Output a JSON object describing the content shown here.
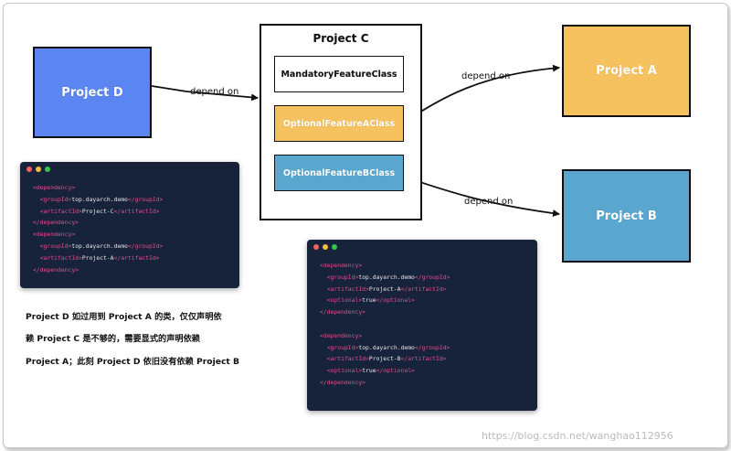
{
  "nodes": {
    "project_d": "Project D",
    "project_c": "Project C",
    "project_a": "Project A",
    "project_b": "Project B",
    "mandatory": "MandatoryFeatureClass",
    "optional_a": "OptionalFeatureAClass",
    "optional_b": "OptionalFeatureBClass"
  },
  "edges": {
    "d_to_c": "depend on",
    "c_to_a": "depend on",
    "c_to_b": "depend on"
  },
  "colors": {
    "project_d": "#5b85f0",
    "project_a": "#f6c25f",
    "project_b": "#59a7cf",
    "code_bg": "#17223b",
    "code_tag": "#e0508c"
  },
  "code1": {
    "lines": [
      {
        "indent": "",
        "open": "<dependency>",
        "text": "",
        "close": ""
      },
      {
        "indent": "  ",
        "open": "<groupId>",
        "text": "top.dayarch.demo",
        "close": "</groupId>"
      },
      {
        "indent": "  ",
        "open": "<artifactId>",
        "text": "Project-C",
        "close": "</artifactId>"
      },
      {
        "indent": "",
        "open": "</dependency>",
        "text": "",
        "close": ""
      },
      {
        "indent": "",
        "open": "<dependency>",
        "text": "",
        "close": ""
      },
      {
        "indent": "  ",
        "open": "<groupId>",
        "text": "top.dayarch.demo",
        "close": "</groupId>"
      },
      {
        "indent": "  ",
        "open": "<artifactId>",
        "text": "Project-A",
        "close": "</artifactId>"
      },
      {
        "indent": "",
        "open": "</dependency>",
        "text": "",
        "close": ""
      }
    ]
  },
  "code2": {
    "lines": [
      {
        "indent": "",
        "open": "<dependency>",
        "text": "",
        "close": ""
      },
      {
        "indent": "  ",
        "open": "<groupId>",
        "text": "top.dayarch.demo",
        "close": "</groupId>"
      },
      {
        "indent": "  ",
        "open": "<artifactId>",
        "text": "Project-A",
        "close": "</artifactId>"
      },
      {
        "indent": "  ",
        "open": "<optional>",
        "text": "true",
        "close": "</optional>"
      },
      {
        "indent": "",
        "open": "</dependency>",
        "text": "",
        "close": ""
      },
      {
        "indent": "",
        "open": "",
        "text": "",
        "close": ""
      },
      {
        "indent": "",
        "open": "<dependency>",
        "text": "",
        "close": ""
      },
      {
        "indent": "  ",
        "open": "<groupId>",
        "text": "top.dayarch.demo",
        "close": "</groupId>"
      },
      {
        "indent": "  ",
        "open": "<artifactId>",
        "text": "Project-B",
        "close": "</artifactId>"
      },
      {
        "indent": "  ",
        "open": "<optional>",
        "text": "true",
        "close": "</optional>"
      },
      {
        "indent": "",
        "open": "</dependency>",
        "text": "",
        "close": ""
      }
    ]
  },
  "notes": [
    "Project D 如过用到 Project A 的类，仅仅声明依",
    "赖 Project C 是不够的，需要显式的声明依赖",
    "Project A；此刻 Project D 依旧没有依赖 Project B"
  ],
  "watermark": "https://blog.csdn.net/wanghao112956"
}
